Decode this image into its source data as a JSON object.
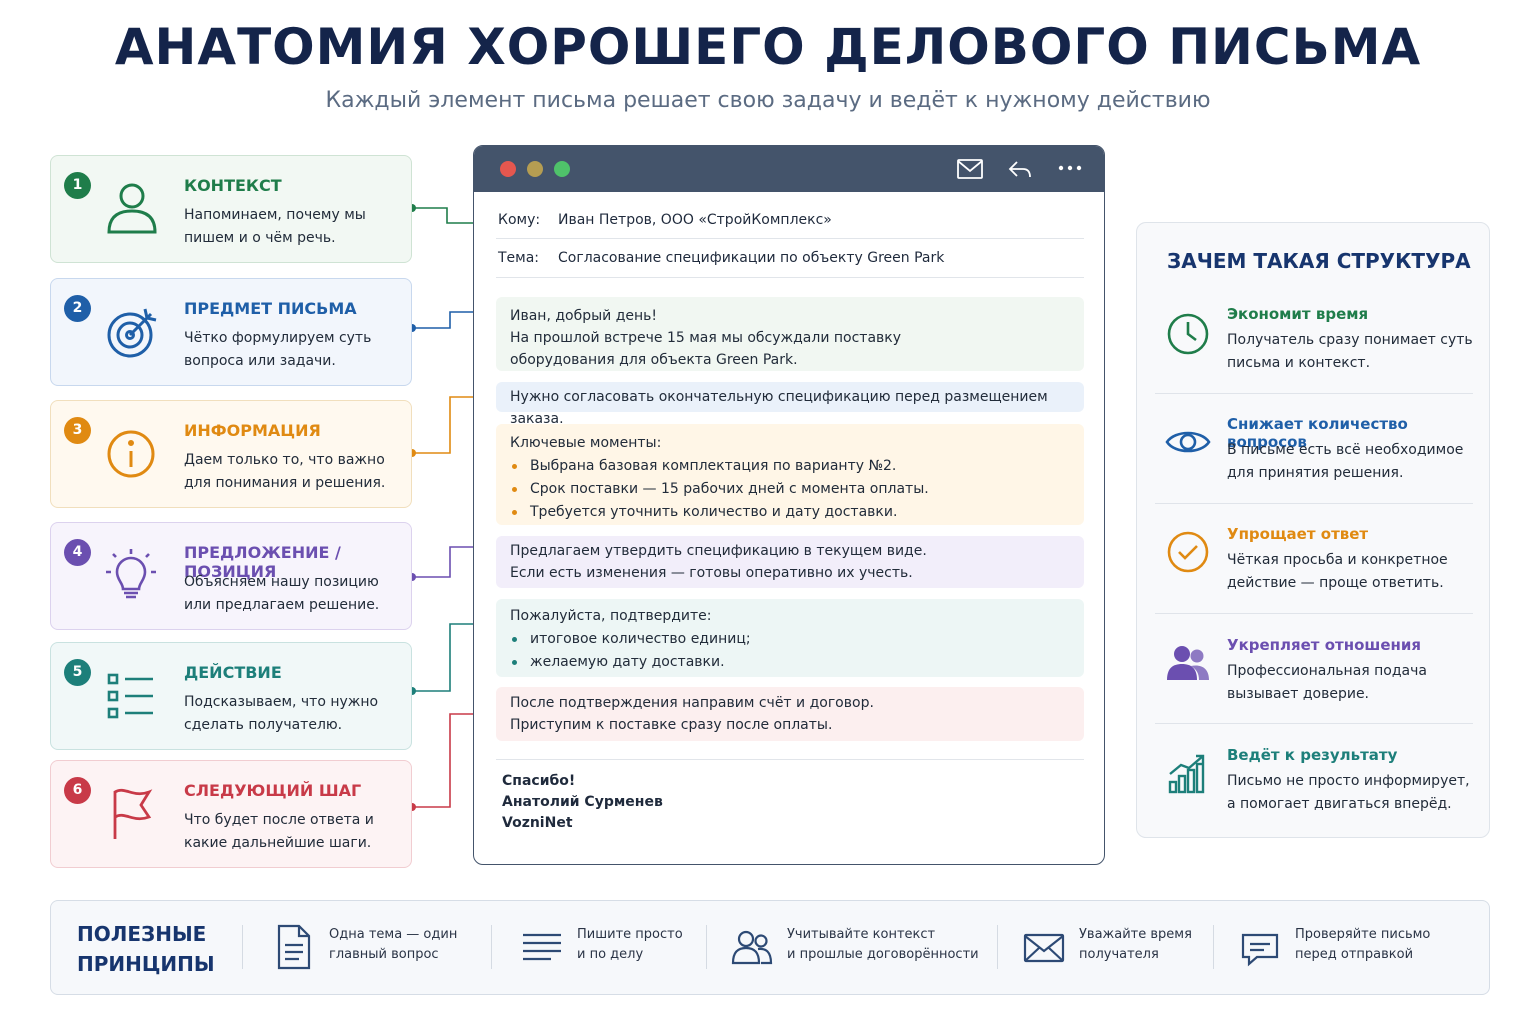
{
  "title": "АНАТОМИЯ ХОРОШЕГО ДЕЛОВОГО ПИСЬМА",
  "subtitle": "Каждый элемент письма решает свою задачу и ведёт к нужному действию",
  "cards": [
    {
      "num": "1",
      "title": "КОНТЕКСТ",
      "desc": "Напоминаем, почему мы пишем и о чём речь.",
      "color": "#1f7d4a",
      "bg": "#f2f8f3",
      "border": "#cfe3d4",
      "icon": "person-icon"
    },
    {
      "num": "2",
      "title": "ПРЕДМЕТ ПИСЬМА",
      "desc": "Чётко формулируем суть вопроса или задачи.",
      "color": "#1f5fa8",
      "bg": "#f2f6fc",
      "border": "#c8d8ee",
      "icon": "target-icon"
    },
    {
      "num": "3",
      "title": "ИНФОРМАЦИЯ",
      "desc": "Даем только то, что важно для понимания и решения.",
      "color": "#e08a12",
      "bg": "#fff9ef",
      "border": "#f1dfbd",
      "icon": "info-icon"
    },
    {
      "num": "4",
      "title": "ПРЕДЛОЖЕНИЕ / ПОЗИЦИЯ",
      "desc": "Объясняем нашу позицию или предлагаем решение.",
      "color": "#6b4fb0",
      "bg": "#f7f4fc",
      "border": "#dcd2ee",
      "icon": "lightbulb-icon"
    },
    {
      "num": "5",
      "title": "ДЕЙСТВИЕ",
      "desc": "Подсказываем, что нужно сделать получателю.",
      "color": "#1d7f7a",
      "bg": "#f1f8f8",
      "border": "#c9e2e0",
      "icon": "checklist-icon"
    },
    {
      "num": "6",
      "title": "СЛЕДУЮЩИЙ ШАГ",
      "desc": "Что будет после ответа и какие дальнейшие шаги.",
      "color": "#c83a48",
      "bg": "#fdf3f4",
      "border": "#f1cdd1",
      "icon": "flag-icon"
    }
  ],
  "mail": {
    "to_label": "Кому:",
    "to_value": "Иван Петров, ООО «СтройКомплекс»",
    "subject_label": "Тема:",
    "subject_value": "Согласование спецификации по объекту Green Park",
    "greeting": "Иван, добрый день!",
    "context_text": "На прошлой встрече 15 мая мы обсуждали поставку оборудования для объекта Green Park.",
    "subject_block": "Нужно согласовать окончательную спецификацию перед размещением заказа.",
    "info_title": "Ключевые моменты:",
    "info_items": [
      "Выбрана базовая комплектация по варианту №2.",
      "Срок поставки — 15 рабочих дней с момента оплаты.",
      "Требуется уточнить количество и дату доставки."
    ],
    "proposal_line1": "Предлагаем утвердить спецификацию в текущем виде.",
    "proposal_line2": "Если есть изменения — готовы оперативно их учесть.",
    "action_title": "Пожалуйста, подтвердите:",
    "action_items": [
      "итоговое количество единиц;",
      "желаемую дату доставки."
    ],
    "next_line1": "После подтверждения направим счёт и договор.",
    "next_line2": "Приступим к поставке сразу после оплаты.",
    "sign_thanks": "Спасибо!",
    "sign_name": "Анатолий Сурменев",
    "sign_company": "VozniNet"
  },
  "why": {
    "title": "ЗАЧЕМ ТАКАЯ СТРУКТУРА",
    "items": [
      {
        "title": "Экономит время",
        "desc": "Получатель сразу понимает суть письма и контекст.",
        "color": "#1f7d4a",
        "icon": "clock-icon"
      },
      {
        "title": "Снижает количество вопросов",
        "desc": "В письме есть всё необходимое для принятия решения.",
        "color": "#1f5fa8",
        "icon": "eye-icon"
      },
      {
        "title": "Упрощает ответ",
        "desc": "Чёткая просьба и конкретное действие — проще ответить.",
        "color": "#e08a12",
        "icon": "check-circle-icon"
      },
      {
        "title": "Укрепляет отношения",
        "desc": "Профессиональная подача вызывает доверие.",
        "color": "#6b4fb0",
        "icon": "people-icon"
      },
      {
        "title": "Ведёт к результату",
        "desc": "Письмо не просто информирует, а помогает двигаться вперёд.",
        "color": "#1d7f7a",
        "icon": "growth-chart-icon"
      }
    ]
  },
  "principles": {
    "title": "ПОЛЕЗНЫЕ ПРИНЦИПЫ",
    "items": [
      {
        "line1": "Одна тема — один",
        "line2": "главный вопрос",
        "icon": "document-icon"
      },
      {
        "line1": "Пишите просто",
        "line2": "и по делу",
        "icon": "text-lines-icon"
      },
      {
        "line1": "Учитывайте контекст",
        "line2": "и прошлые договорённости",
        "icon": "people-icon"
      },
      {
        "line1": "Уважайте время",
        "line2": "получателя",
        "icon": "envelope-icon"
      },
      {
        "line1": "Проверяйте письмо",
        "line2": "перед отправкой",
        "icon": "chat-icon"
      }
    ]
  }
}
